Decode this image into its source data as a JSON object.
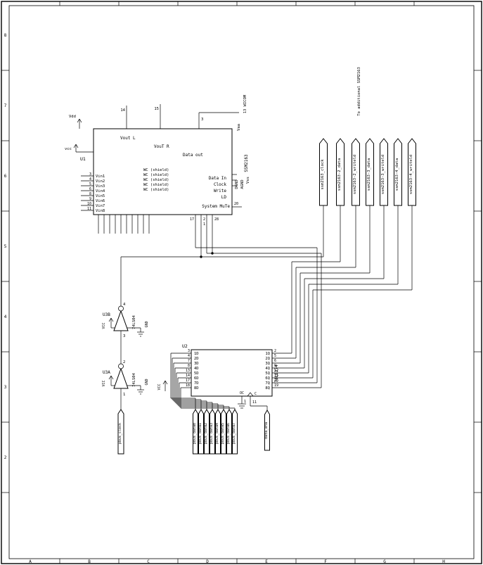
{
  "sheet": {
    "rows": [
      "8",
      "7",
      "6",
      "5",
      "4",
      "3",
      "2"
    ],
    "cols": [
      "A",
      "B",
      "C",
      "D",
      "E",
      "F",
      "G",
      "H"
    ],
    "note": "To additional SSM2163"
  },
  "u1": {
    "ref": "U1",
    "part": "SSM2163",
    "conn": "13 WICOM",
    "power": {
      "vdd": "Vdd",
      "vcc": "vcc",
      "vaa": "Vaa",
      "dgnd": "DGND",
      "agnd": "AGND",
      "vss": "Vss"
    },
    "top_pins": [
      {
        "num": "14",
        "name": "Vout L"
      },
      {
        "num": "15",
        "name": "VouT R"
      },
      {
        "num": "3",
        "name": "Data out"
      }
    ],
    "in_pins": [
      {
        "num": "3",
        "name": "Vin1"
      },
      {
        "num": "4",
        "name": "Vin2"
      },
      {
        "num": "5",
        "name": "Vin3"
      },
      {
        "num": "6",
        "name": "Vin4"
      },
      {
        "num": "8",
        "name": "Vin5"
      },
      {
        "num": "9",
        "name": "Vin6"
      },
      {
        "num": "10",
        "name": "Vin7"
      },
      {
        "num": "11",
        "name": "Vin8"
      }
    ],
    "shield_pins": [
      "WC (shield)",
      "WC (shield)",
      "WC (shield)",
      "WC (shield)",
      "WC (shield)"
    ],
    "ctrl_pins": [
      {
        "num": "17",
        "name": "Data In"
      },
      {
        "num": "2",
        "name": "Clock"
      },
      {
        "num": "1",
        "name": "Write"
      },
      {
        "num": "28",
        "name": "LD"
      }
    ],
    "mute_pin": {
      "num": "20",
      "name": "System MuTe"
    }
  },
  "u3b": {
    "ref": "U3B",
    "part": "74LS04",
    "pin_in": "3",
    "pin_out": "4",
    "vcc": "VCC",
    "gnd": "GND"
  },
  "u3a": {
    "ref": "U3A",
    "part": "74LS04",
    "pin_in": "1",
    "pin_out": "2",
    "vcc": "VCC",
    "gnd": "GND"
  },
  "u2": {
    "ref": "U2",
    "part": "74LS374",
    "vcc": "VCC",
    "d_pins": [
      {
        "num": "3",
        "name": "1D"
      },
      {
        "num": "4",
        "name": "2D"
      },
      {
        "num": "7",
        "name": "3D"
      },
      {
        "num": "8",
        "name": "4D"
      },
      {
        "num": "13",
        "name": "5D"
      },
      {
        "num": "14",
        "name": "6D"
      },
      {
        "num": "17",
        "name": "7D"
      },
      {
        "num": "18",
        "name": "8D"
      }
    ],
    "q_pins": [
      {
        "num": "2",
        "name": "1Q"
      },
      {
        "num": "5",
        "name": "2Q"
      },
      {
        "num": "6",
        "name": "3Q"
      },
      {
        "num": "9",
        "name": "4Q"
      },
      {
        "num": "12",
        "name": "5Q"
      },
      {
        "num": "15",
        "name": "6Q"
      },
      {
        "num": "16",
        "name": "7Q"
      },
      {
        "num": "19",
        "name": "8Q"
      }
    ],
    "oc_pin": {
      "num": "1",
      "name": "OC"
    },
    "clk_pin": {
      "num": "11",
      "name": "C"
    }
  },
  "flags": {
    "right": [
      "ssm2163_clock",
      "ssm2163-2_data",
      "ssm2163-2_writeld",
      "ssm2163-3_data",
      "ssm2163-3_writeld",
      "ssm2163-4_data",
      "ssm2163-4_writeld"
    ],
    "pbus": [
      "pbus_data0",
      "pbus_data1",
      "pbus_data2",
      "pbus_data3",
      "pbus_data4",
      "pbus_data5",
      "pbus_data6",
      "pbus_data7"
    ],
    "clock": "pbus_clock",
    "ena": "data_ena"
  }
}
